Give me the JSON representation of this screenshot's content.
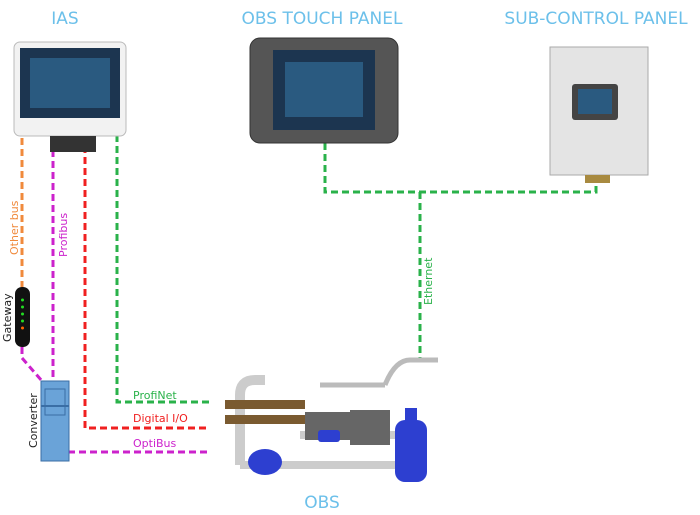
{
  "titles": {
    "ias": "IAS",
    "touch_panel": "OBS TOUCH PANEL",
    "sub_control": "SUB-CONTROL PANEL",
    "obs": "OBS"
  },
  "devices": {
    "gateway": "Gateway",
    "converter": "Converter"
  },
  "links": {
    "other_bus": {
      "label": "Other bus",
      "color": "#f08a3c"
    },
    "profibus": {
      "label": "Profibus",
      "color": "#cc22cc"
    },
    "profinet": {
      "label": "ProfiNet",
      "color": "#2ab24a"
    },
    "digital_io": {
      "label": "Digital I/O",
      "color": "#f02020"
    },
    "optibus": {
      "label": "OptiBus",
      "color": "#cc22cc"
    },
    "ethernet": {
      "label": "Ethernet",
      "color": "#2ab24a"
    }
  },
  "title_color": "#6cc0ea"
}
